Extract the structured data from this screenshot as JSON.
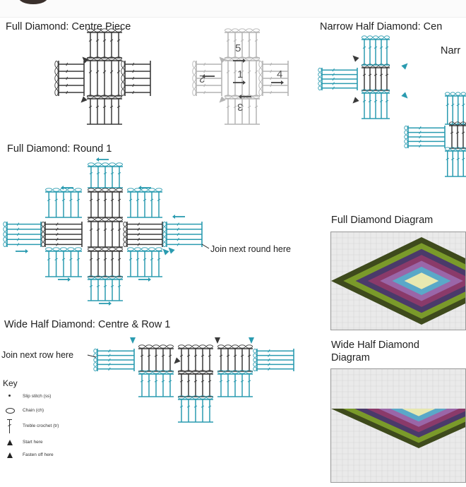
{
  "titles": {
    "full_centre": "Full Diamond: Centre Piece",
    "narrow_half": "Narrow Half Diamond: Cen",
    "narrow_sub": "Narr",
    "full_round1": "Full Diamond: Round 1",
    "join_round": "Join next round here",
    "full_diagram": "Full Diamond Diagram",
    "wide_half": "Wide Half Diamond: Centre & Row 1",
    "join_row": "Join next row here",
    "wide_diagram_line1": "Wide Half Diamond",
    "wide_diagram_line2": "Diagram"
  },
  "panel_numbers": [
    "5",
    "1",
    "2",
    "4",
    "3"
  ],
  "key": {
    "title": "Key",
    "items": [
      {
        "icon": "dot-icon",
        "label": "Slip stitch (ss)"
      },
      {
        "icon": "oval-icon",
        "label": "Chain (ch)"
      },
      {
        "icon": "treble-icon",
        "label": "Treble crochet (tr)"
      },
      {
        "icon": "triangle-icon",
        "label": "Start here"
      },
      {
        "icon": "triangle-icon",
        "label": "Fasten off here"
      }
    ]
  },
  "colors": {
    "dark": "#3a3a3a",
    "teal": "#2a9bb0",
    "gray": "#b4b4b4",
    "diamond_rings": [
      "#3e4a1c",
      "#7a9a2a",
      "#4a3a6a",
      "#8a3a6a",
      "#9a66a8",
      "#5aa8c8",
      "#e8e8b0"
    ]
  },
  "icons": [
    "avatar-icon",
    "arrow-icon",
    "triangle-marker-icon"
  ]
}
